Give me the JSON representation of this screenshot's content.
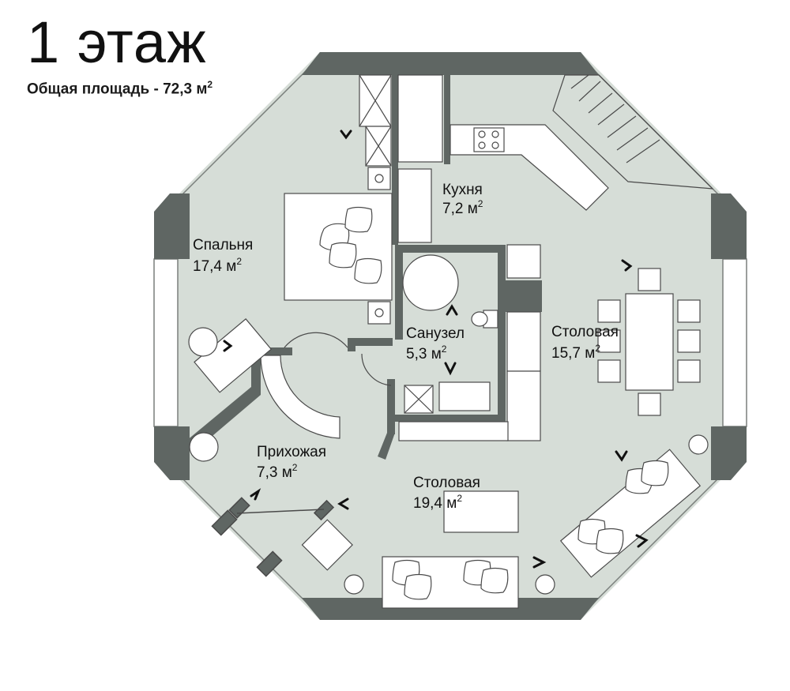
{
  "title": "1 этаж",
  "subtitle": {
    "label": "Общая площадь - 72,3 м",
    "sup": "2"
  },
  "rooms": [
    {
      "id": "kitchen",
      "name": "Кухня",
      "area": "7,2 м",
      "sup": "2"
    },
    {
      "id": "bedroom",
      "name": "Спальня",
      "area": "17,4 м",
      "sup": "2"
    },
    {
      "id": "bathroom",
      "name": "Санузел",
      "area": "5,3 м",
      "sup": "2"
    },
    {
      "id": "dining-1",
      "name": "Столовая",
      "area": "15,7 м",
      "sup": "2"
    },
    {
      "id": "hallway",
      "name": "Прихожая",
      "area": "7,3 м",
      "sup": "2"
    },
    {
      "id": "dining-2",
      "name": "Столовая",
      "area": "19,4 м",
      "sup": "2"
    }
  ],
  "colors": {
    "floor": "#d6ddd7",
    "wall": "#5f6663",
    "window": "#ffffff",
    "furniture": "#ffffff",
    "line": "#4a4a4a"
  }
}
